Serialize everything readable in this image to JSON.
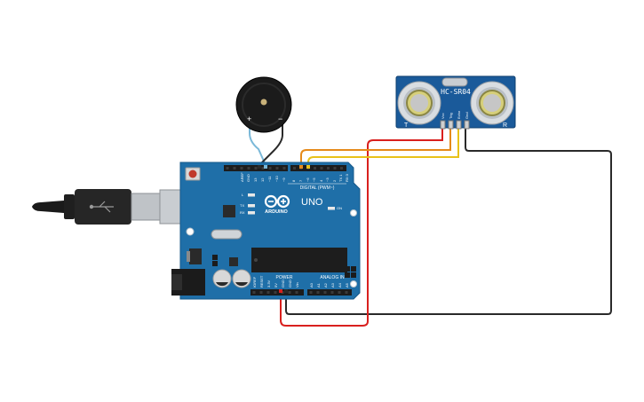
{
  "sensor": {
    "model": "HC-SR04",
    "pins": [
      "Vcc",
      "Trig",
      "Echo",
      "Gnd"
    ],
    "left_label": "T",
    "right_label": "R"
  },
  "buzzer": {
    "plus_label": "+",
    "minus_label": "−"
  },
  "board": {
    "brand": "ARDUINO",
    "model": "UNO",
    "digital_label": "DIGITAL (PWM~)",
    "power_label": "POWER",
    "analog_label": "ANALOG IN",
    "on_label": "ON",
    "led_l": "L",
    "led_tx": "TX",
    "led_rx": "RX",
    "digital_pins": [
      "AREF",
      "GND",
      "13",
      "12",
      "~11",
      "~10",
      "~9",
      "8",
      "7",
      "~6",
      "~5",
      "4",
      "~3",
      "2",
      "TX 1",
      "RX 0"
    ],
    "power_pins": [
      "IOREF",
      "RESET",
      "3.3V",
      "5V",
      "GND",
      "GND",
      "Vin"
    ],
    "analog_pins": [
      "A0",
      "A1",
      "A2",
      "A3",
      "A4",
      "A5"
    ]
  },
  "colors": {
    "board": "#1f6fa8",
    "sensor": "#1a5a9a",
    "wire_red": "#d9201e",
    "wire_orange": "#e58a1a",
    "wire_yellow": "#e8c21a",
    "wire_black": "#2a2a2a",
    "wire_blue": "#7ab8d8"
  }
}
